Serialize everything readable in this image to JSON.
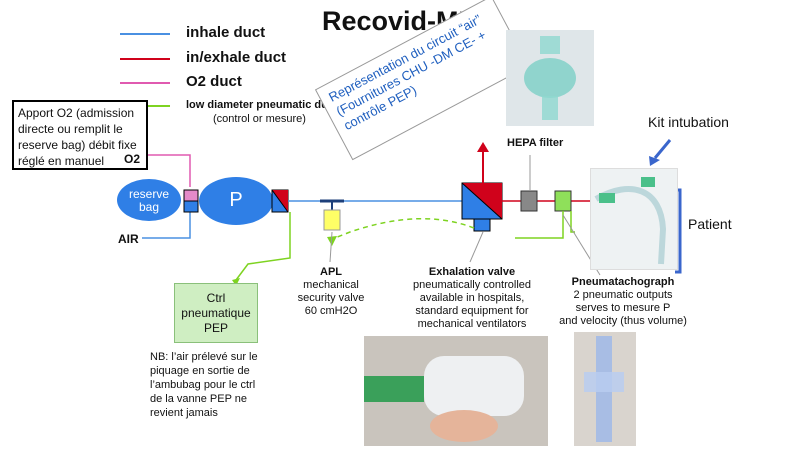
{
  "title": "Recovid-MD",
  "legend": [
    {
      "label": "inhale duct",
      "color": "#4a90e2"
    },
    {
      "label": "in/exhale duct",
      "color": "#d0021b"
    },
    {
      "label": "O2 duct",
      "color": "#e05ab0"
    },
    {
      "label": "low diameter pneumatic duct",
      "color": "#7ed321"
    }
  ],
  "legend_sub": "(control or mesure)",
  "o2_box": "Apport O2 (admission directe ou remplit le reserve bag) débit fixe réglé en manuel",
  "o2_label": "O2",
  "air_label": "AIR",
  "reserve_bag_label": "reserve bag",
  "p_label": "P",
  "representation": "Représentation du circuit “air” (Fournitures CHU -DM CE- + contrôle PEP)",
  "hepa_label": "HEPA filter",
  "kit_label": "Kit intubation",
  "patient_label": "Patient",
  "apl": {
    "title": "APL",
    "line1": "mechanical",
    "line2": "security valve",
    "line3": "60 cmH2O"
  },
  "exhalation": {
    "title": "Exhalation valve",
    "lines": [
      "pneumatically controlled",
      "available in hospitals,",
      "standard equipment for",
      "mechanical ventilators"
    ]
  },
  "pneumo": {
    "title": "Pneumatachograph",
    "lines": [
      "2 pneumatic outputs",
      "serves to mesure P",
      "and velocity (thus volume)"
    ]
  },
  "ctrl_box": {
    "line1": "Ctrl",
    "line2": "pneumatique",
    "line3": "PEP"
  },
  "nb": "NB: l’air prélevé sur le piquage en sortie de l’ambubag pour le ctrl de la vanne PEP ne revient jamais",
  "colors": {
    "inhale": "#4a90e2",
    "exhale": "#d0021b",
    "o2": "#e05ab0",
    "pneumatic": "#7ed321",
    "bag": "#2f7fe6",
    "valve_blue": "#2f7fe6",
    "valve_red": "#d0021b"
  }
}
